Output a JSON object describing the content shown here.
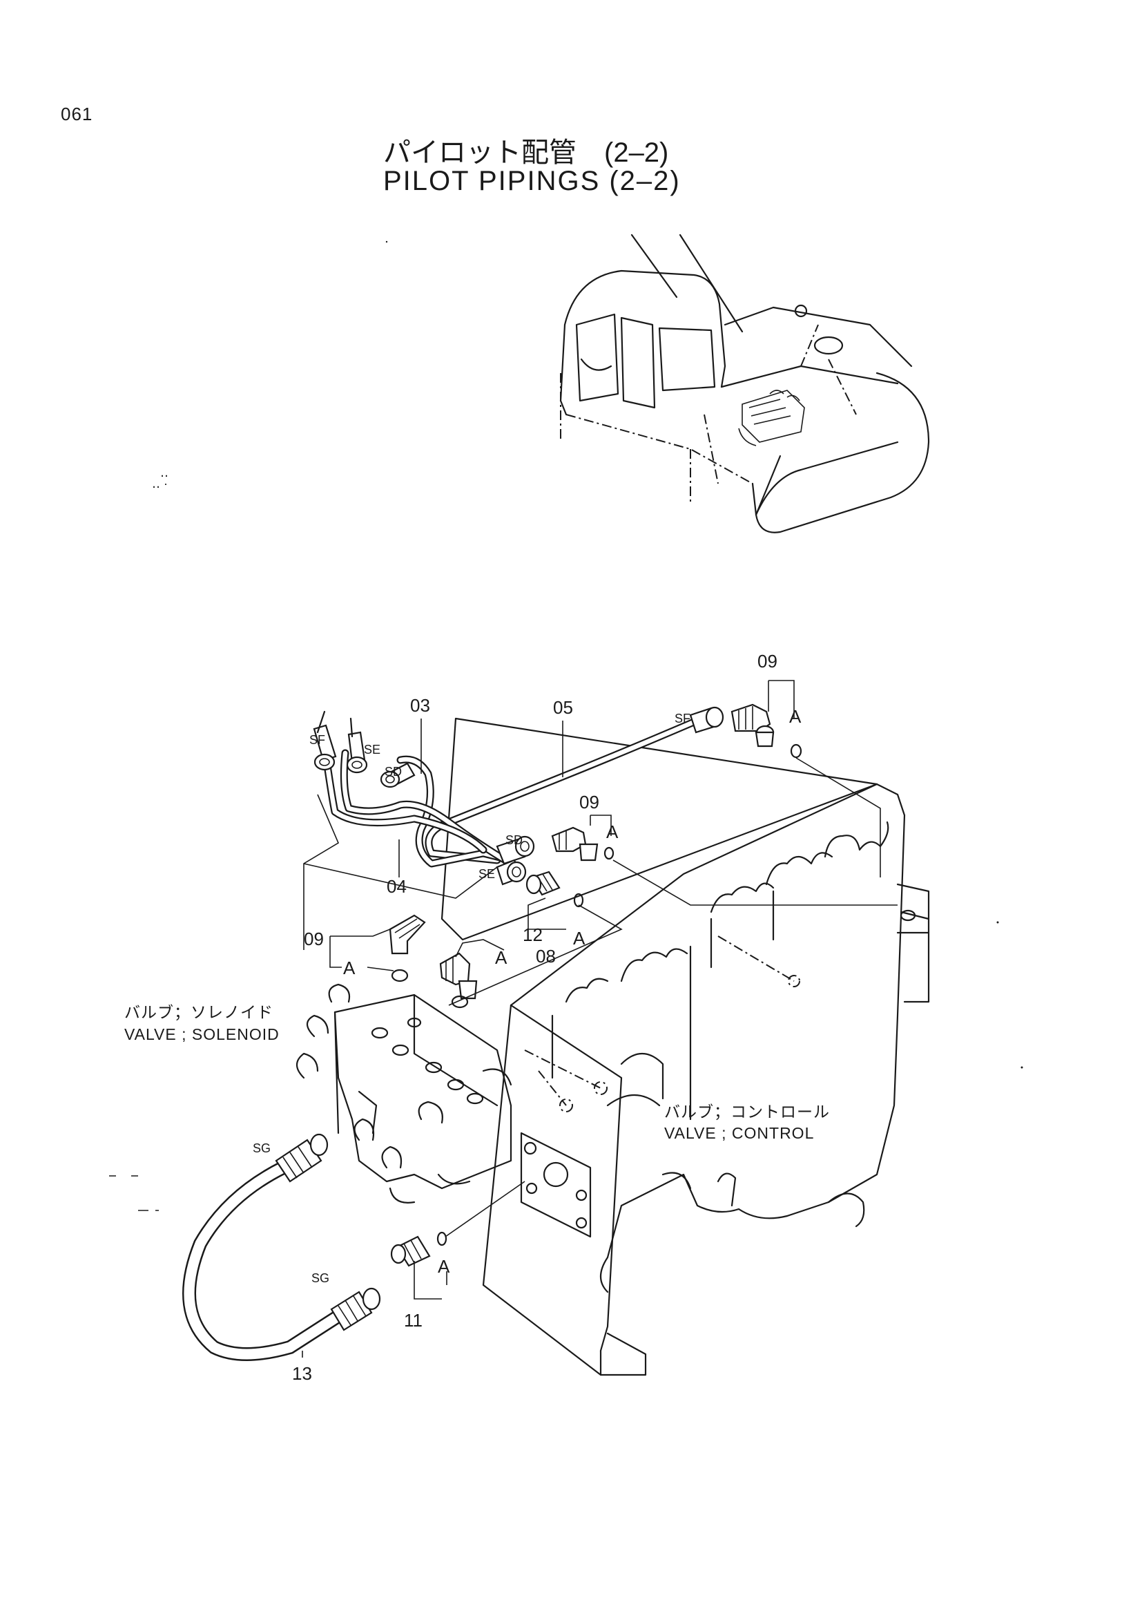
{
  "page_number": "061",
  "title": {
    "japanese": "パイロット配管　(2–2)",
    "english": "PILOT  PIPINGS  (2–2)"
  },
  "callouts": {
    "part_03": "03",
    "part_04": "04",
    "part_05": "05",
    "part_08": "08",
    "part_09_top": "09",
    "part_09_mid": "09",
    "part_09_left": "09",
    "part_11": "11",
    "part_12": "12",
    "part_13": "13"
  },
  "port_labels": {
    "sf_left": "SF",
    "se_left": "SE",
    "sd_left": "SD",
    "sf_right": "SF",
    "sd_right": "SD",
    "se_right": "SE",
    "sg_top": "SG",
    "sg_bottom": "SG"
  },
  "view_markers": {
    "a_top": "A",
    "a_mid": "A",
    "a_12": "A",
    "a_left": "A",
    "a_fitting": "A",
    "a_11": "A"
  },
  "components": {
    "solenoid_jp": "バルブ；ソレノイド",
    "solenoid_en": "VALVE ; SOLENOID",
    "control_jp": "バルブ；コントロール",
    "control_en": "VALVE ; CONTROL"
  }
}
